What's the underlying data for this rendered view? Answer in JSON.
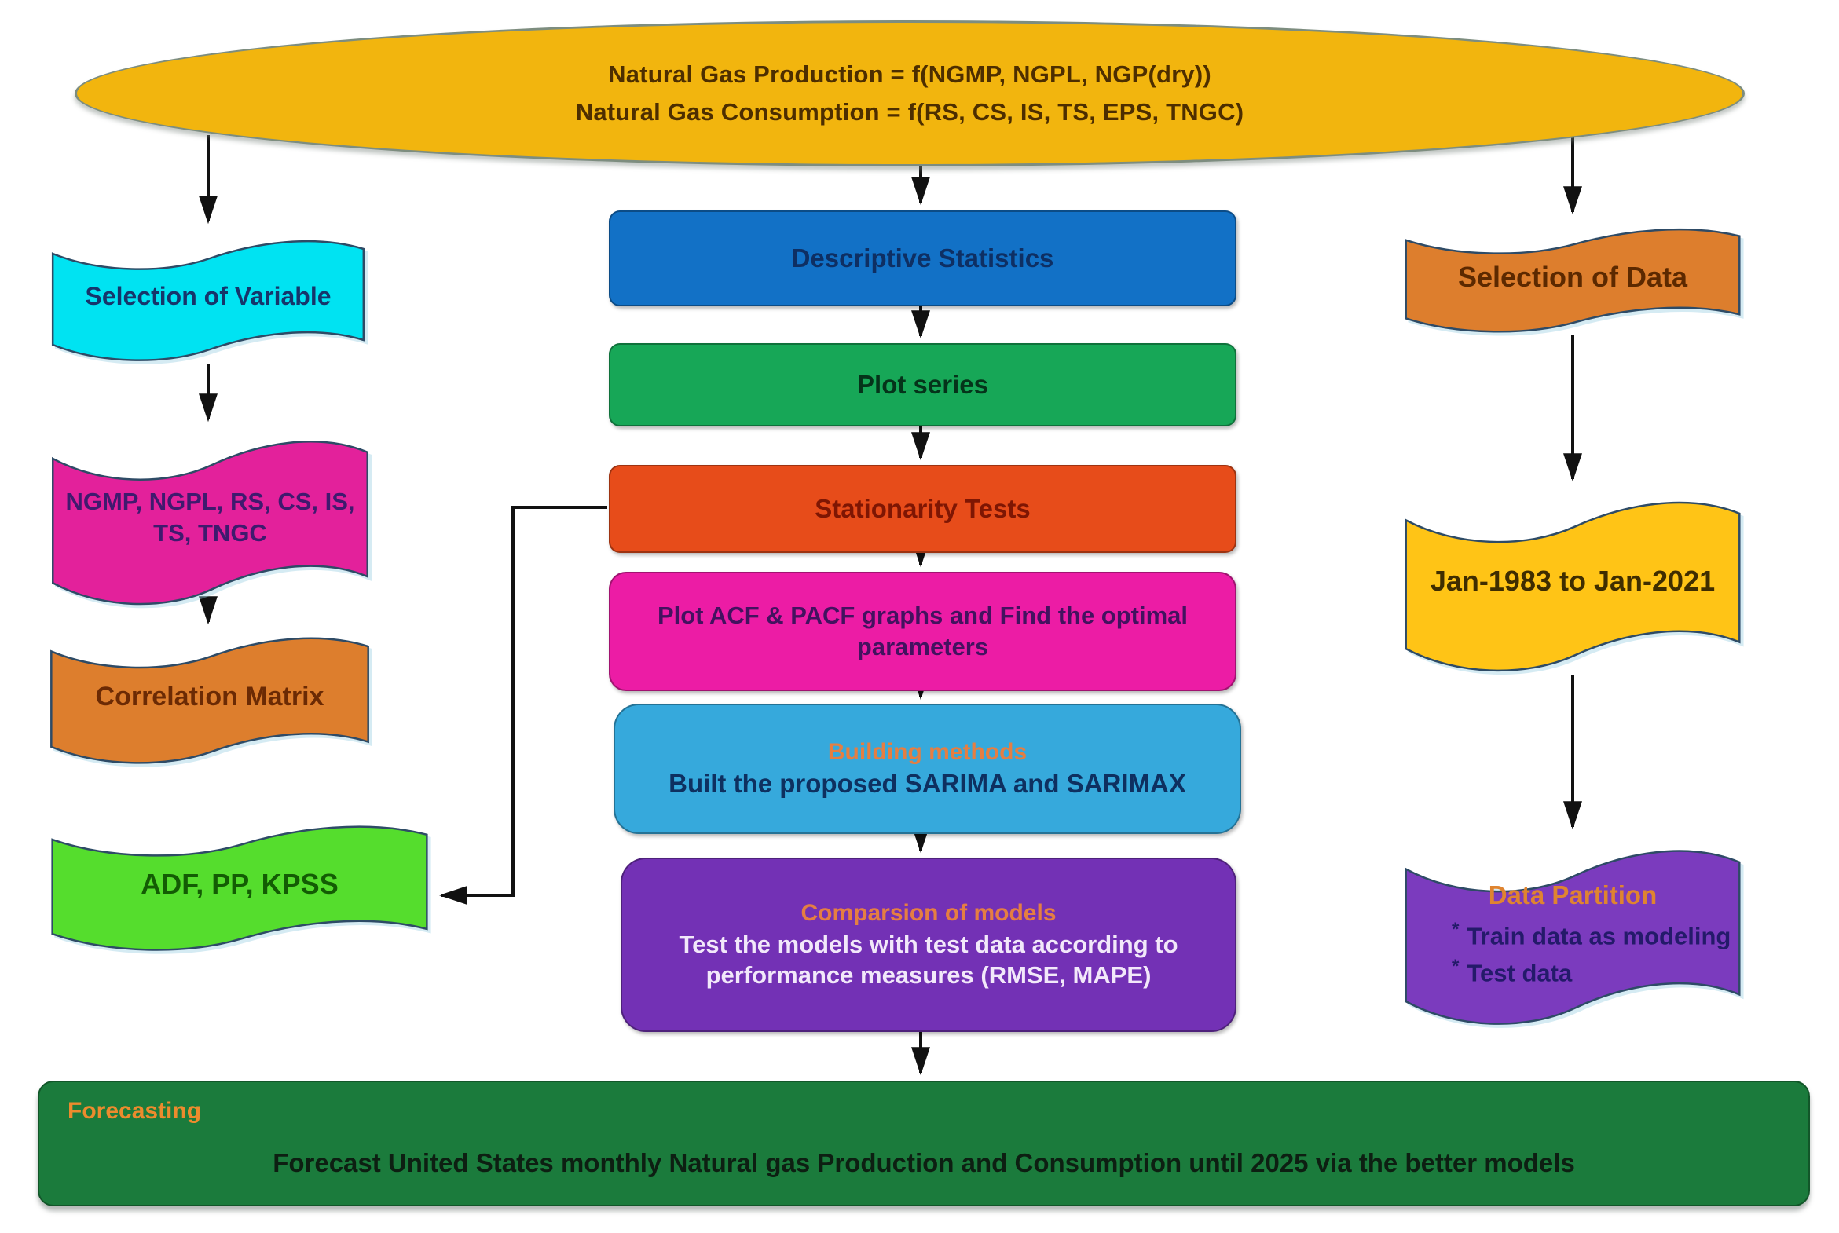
{
  "colors": {
    "canvas_bg": "#ffffff",
    "arrow": "#111111",
    "ellipse_fill": "#F2B50E",
    "ellipse_text": "#4d2e00",
    "flag_border": "#2e4b66",
    "cyan_flag_fill": "#00E3F2",
    "cyan_flag_text": "#16356b",
    "magenta_flag_fill": "#E3219B",
    "magenta_flag_text": "#3f1a6e",
    "orange_flag_fill": "#DD7E2D",
    "orange_flag_text": "#6b2a04",
    "green_flag_fill": "#55DD2D",
    "green_flag_text": "#135c04",
    "blue_box_fill": "#1271C6",
    "blue_box_text": "#0e2f63",
    "green_box_fill": "#17A757",
    "green_box_text": "#05331a",
    "red_box_fill": "#E74C1A",
    "red_box_text": "#7e1603",
    "magenta_box_fill": "#EC1CA5",
    "magenta_box_text": "#43125f",
    "skyblue_box_fill": "#36A9DC",
    "skyblue_box_text": "#0e3060",
    "heading_orange": "#E57E42",
    "purple_box_fill": "#7331B5",
    "purple_box_text": "#F2E8FA",
    "right_orange_fill": "#DD7E2D",
    "right_orange_text": "#5c2900",
    "yellow_flag_fill": "#FFC416",
    "yellow_flag_text": "#3f2d00",
    "right_purple_fill": "#7B3BBE",
    "right_purple_heading": "#DF8430",
    "right_purple_text": "#241a6a",
    "forecast_fill": "#1B7B3C",
    "forecast_heading": "#EC8B2D",
    "forecast_text": "#0d1f12"
  },
  "ellipse": {
    "line1": "Natural Gas Production = f(NGMP, NGPL, NGP(dry))",
    "line2": "Natural Gas Consumption = f(RS, CS, IS, TS, EPS, TNGC)"
  },
  "left_column": {
    "selection_variable": "Selection of Variable",
    "variables_line1": "NGMP, NGPL, RS, CS, IS,",
    "variables_line2": "TS, TNGC",
    "correlation_matrix": "Correlation Matrix",
    "stationarity_tests_list": "ADF, PP, KPSS"
  },
  "center_column": {
    "descriptive": "Descriptive Statistics",
    "plot_series": "Plot series",
    "stationarity": "Stationarity Tests",
    "acf_line1": "Plot ACF & PACF graphs and Find the optimal",
    "acf_line2": "parameters",
    "building_heading": "Building methods",
    "building_body": "Built the proposed SARIMA and SARIMAX",
    "comparison_heading": "Comparsion of models",
    "comparison_line1": "Test  the models with test data according to",
    "comparison_line2": "performance measures (RMSE, MAPE)"
  },
  "right_column": {
    "selection_data": "Selection of  Data",
    "date_range": "Jan-1983 to Jan-2021",
    "partition_heading": "Data Partition",
    "bullet": "*",
    "partition_items": [
      "Train data as modeling",
      "Test data"
    ]
  },
  "forecasting": {
    "heading": "Forecasting",
    "body": "Forecast United States monthly Natural gas Production and Consumption until 2025 via the better models"
  }
}
